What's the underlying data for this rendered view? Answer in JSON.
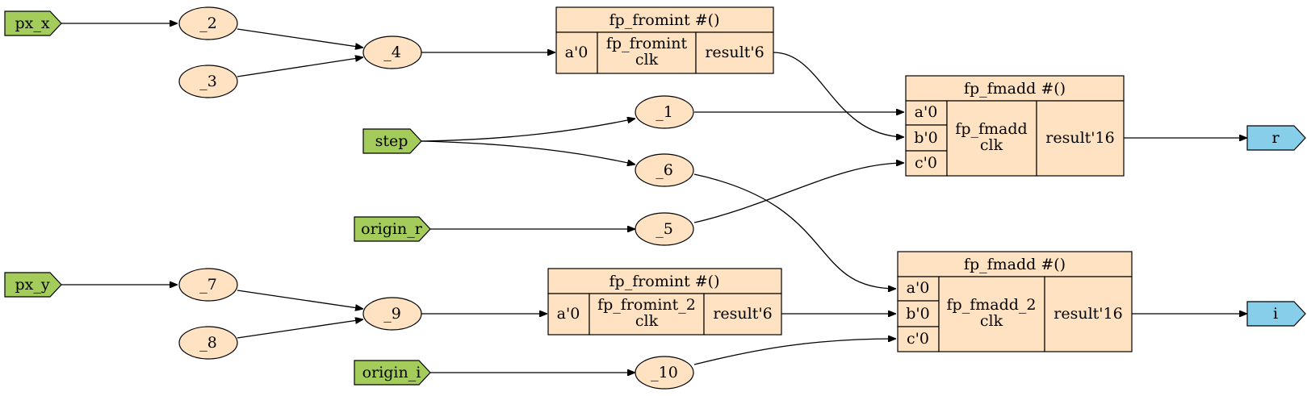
{
  "inputs": {
    "px_x": "px_x",
    "px_y": "px_y",
    "step": "step",
    "origin_r": "origin_r",
    "origin_i": "origin_i"
  },
  "outputs": {
    "r": "r",
    "i": "i"
  },
  "nodes": {
    "n1": "_1",
    "n2": "_2",
    "n3": "_3",
    "n4": "_4",
    "n5": "_5",
    "n6": "_6",
    "n7": "_7",
    "n8": "_8",
    "n9": "_9",
    "n10": "_10"
  },
  "fromint1": {
    "title": "fp_fromint #()",
    "a": "a'0",
    "name1": "fp_fromint",
    "name2": "clk",
    "result": "result'6"
  },
  "fromint2": {
    "title": "fp_fromint #()",
    "a": "a'0",
    "name1": "fp_fromint_2",
    "name2": "clk",
    "result": "result'6"
  },
  "fmadd1": {
    "title": "fp_fmadd #()",
    "a": "a'0",
    "b": "b'0",
    "c": "c'0",
    "name1": "fp_fmadd",
    "name2": "clk",
    "result": "result'16"
  },
  "fmadd2": {
    "title": "fp_fmadd #()",
    "a": "a'0",
    "b": "b'0",
    "c": "c'0",
    "name1": "fp_fmadd_2",
    "name2": "clk",
    "result": "result'16"
  }
}
